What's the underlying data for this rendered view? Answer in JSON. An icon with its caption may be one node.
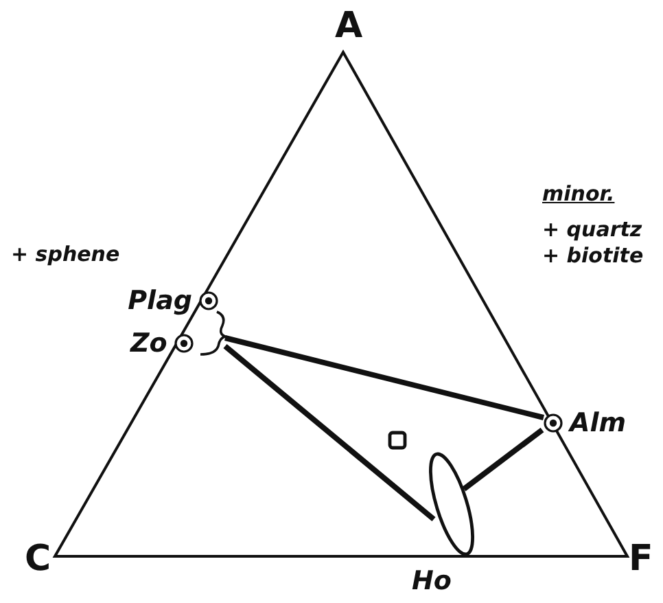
{
  "diagram": {
    "nodes": [
      {
        "text": [
          "Plag"
        ]
      },
      {
        "text": [
          "Zo"
        ]
      },
      {
        "text": [
          "Alm"
        ]
      },
      {
        "text": [],
        "shape": "ellipse",
        "beside": [
          "Ho"
        ]
      }
    ],
    "edges": [
      {
        "from": 1,
        "to": 2,
        "arrow": "none"
      },
      {
        "from": 1,
        "to": 3,
        "arrow": "none"
      },
      {
        "from": 2,
        "to": 3,
        "arrow": "none"
      }
    ],
    "labels": [
      "A",
      "+ sphene",
      "minor.",
      "+ quartz",
      "+ biotite",
      "C",
      "F"
    ]
  }
}
